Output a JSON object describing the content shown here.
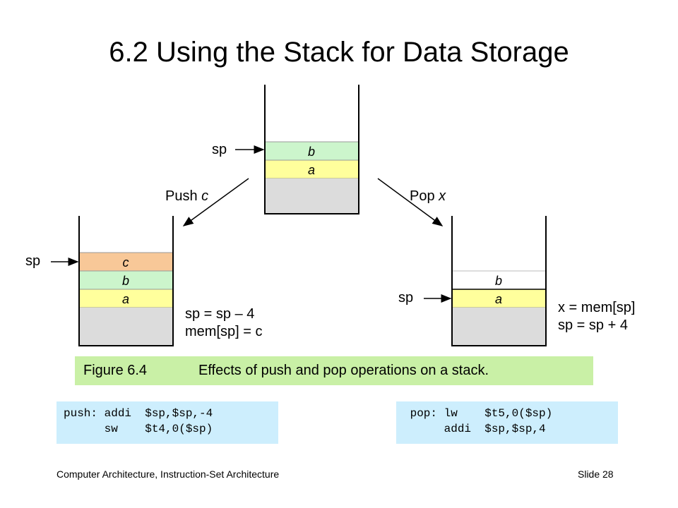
{
  "title": "6.2  Using the Stack for Data Storage",
  "diagram": {
    "top_stack": {
      "sp_label": "sp",
      "items": [
        "b",
        "a"
      ]
    },
    "push_label": {
      "prefix": "Push ",
      "var": "c"
    },
    "pop_label": {
      "prefix": "Pop ",
      "var": "x"
    },
    "left_stack": {
      "sp_label": "sp",
      "items": [
        "c",
        "b",
        "a"
      ],
      "note_line1": "sp = sp – 4",
      "note_line2": "mem[sp] = c"
    },
    "right_stack": {
      "sp_label": "sp",
      "items": [
        "b",
        "a"
      ],
      "note_line1": "x = mem[sp]",
      "note_line2": "sp = sp + 4"
    }
  },
  "caption": {
    "figure": "Figure 6.4",
    "text": "Effects of push and pop operations on a stack."
  },
  "code": {
    "push_line1": "push: addi  $sp,$sp,-4",
    "push_line2": "      sw    $t4,0($sp)",
    "pop_line1": " pop: lw    $t5,0($sp)",
    "pop_line2": "      addi  $sp,$sp,4"
  },
  "footer": {
    "left": "Computer Architecture, Instruction-Set Architecture",
    "right": "Slide 28"
  },
  "colors": {
    "green_cell": "#ccf5cc",
    "yellow_cell": "#ffff9c",
    "orange_cell": "#f8c898",
    "gray_cell": "#dcdcdc",
    "caption_bg": "#c9f0a6",
    "code_bg": "#cdeefd"
  }
}
